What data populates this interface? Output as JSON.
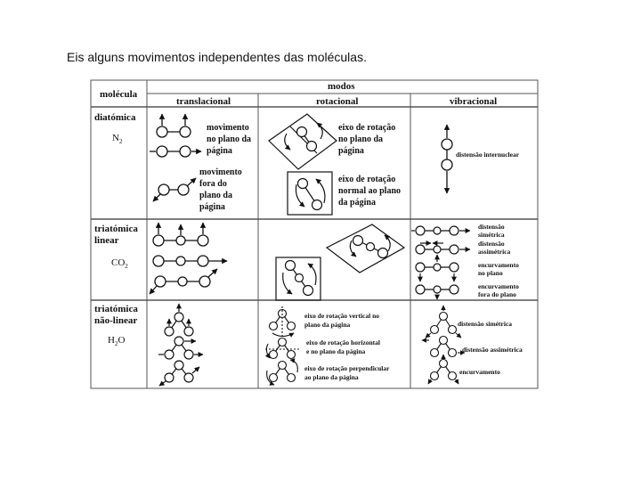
{
  "caption": "Eis alguns movimentos independentes das moléculas.",
  "table": {
    "header_molecule": "molécula",
    "header_modes": "modos",
    "columns": [
      "translacional",
      "rotacional",
      "vibracional"
    ]
  },
  "rows": {
    "diatomic": {
      "name": "diatómica",
      "formula": "N",
      "formula_sub": "2",
      "trans_plane": [
        "movimento",
        "no plano da",
        "página"
      ],
      "trans_out": [
        "movimento",
        "fora do",
        "plano da",
        "página"
      ],
      "rot_plane": [
        "eixo de rotação",
        "no plano da",
        "página"
      ],
      "rot_normal": [
        "eixo de rotação",
        "normal ao plano",
        "da página"
      ],
      "vib": "distensão internuclear"
    },
    "linear": {
      "name_lines": [
        "triatómica",
        "linear"
      ],
      "formula": "CO",
      "formula_sub": "2",
      "vib": [
        [
          "distensão",
          "simétrica"
        ],
        [
          "distensão",
          "assimétrica"
        ],
        [
          "encurvamento",
          "no plano"
        ],
        [
          "encurvamento",
          "fora do plano"
        ]
      ]
    },
    "nonlinear": {
      "name_lines": [
        "triatómica",
        "não-linear"
      ],
      "formula_pre": "H",
      "formula_sub": "2",
      "formula_post": "O",
      "rot": [
        [
          "eixo de rotação vertical no",
          "plano da página"
        ],
        [
          "eixo de rotação horizontal",
          "e no plano da página"
        ],
        [
          "eixo de rotação perpendicular",
          "ao plano da página"
        ]
      ],
      "vib": [
        "distensão simétrica",
        "distensão assimétrica",
        "encurvamento"
      ]
    }
  }
}
